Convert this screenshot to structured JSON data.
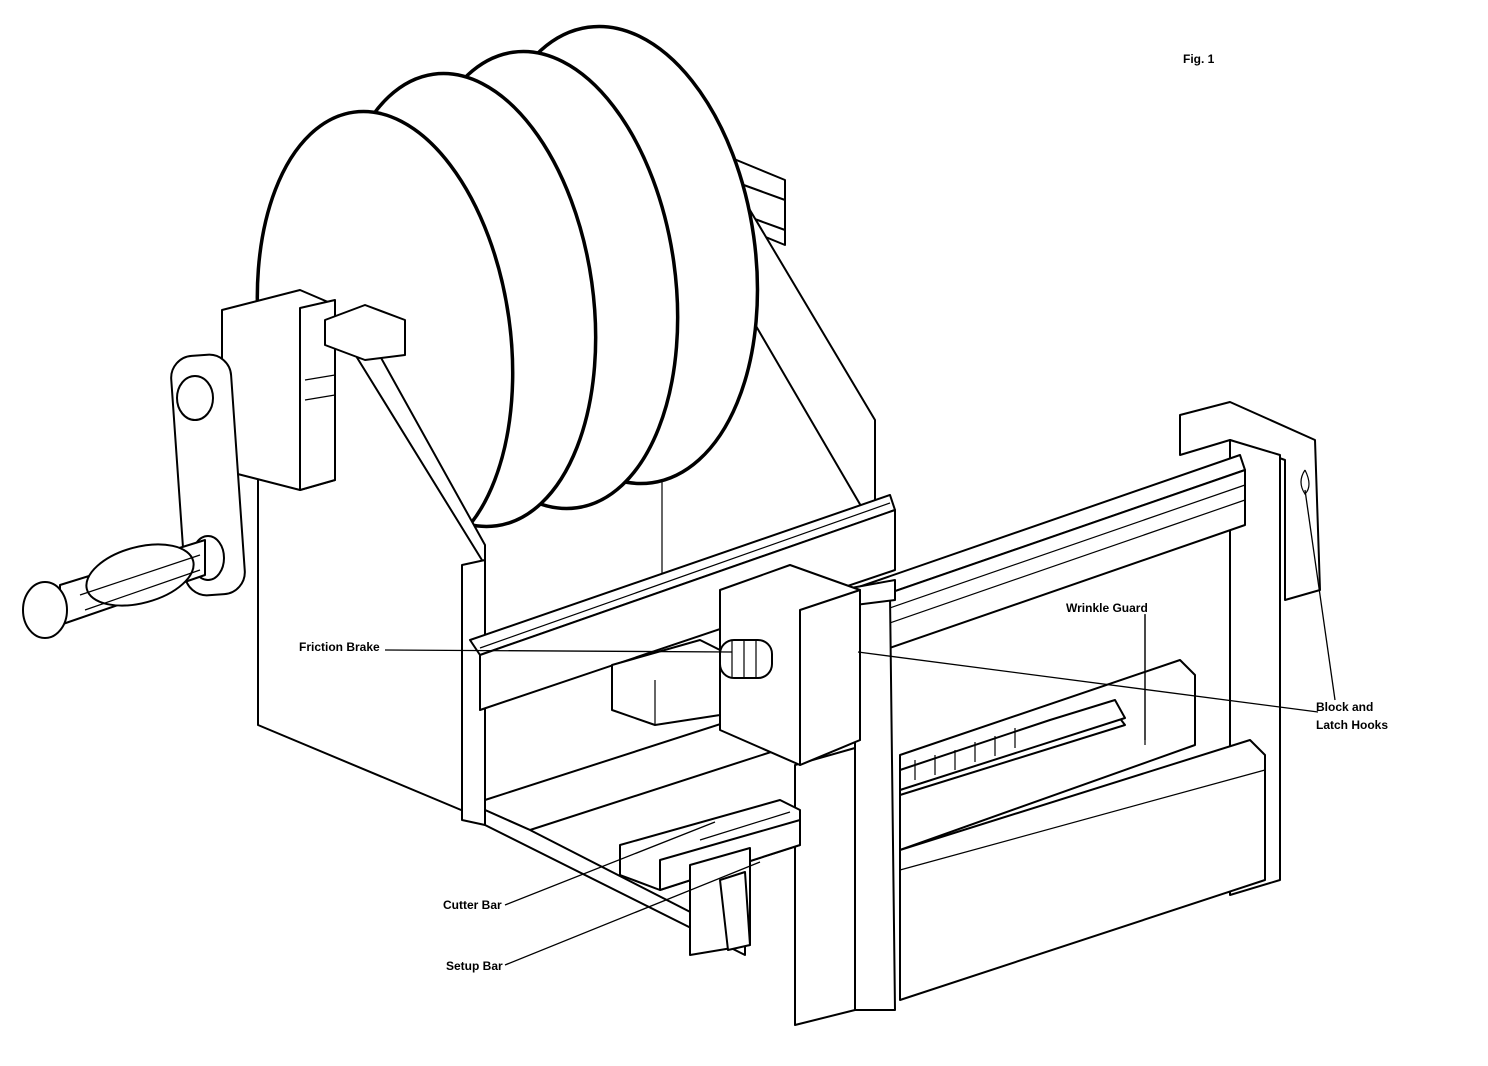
{
  "figure": {
    "label": "Fig. 1"
  },
  "callouts": {
    "friction_brake": "Friction Brake",
    "wrinkle_guard": "Wrinkle Guard",
    "block_latch_line1": "Block and",
    "block_latch_line2": "Latch Hooks",
    "cutter_bar": "Cutter Bar",
    "setup_bar": "Setup Bar"
  }
}
